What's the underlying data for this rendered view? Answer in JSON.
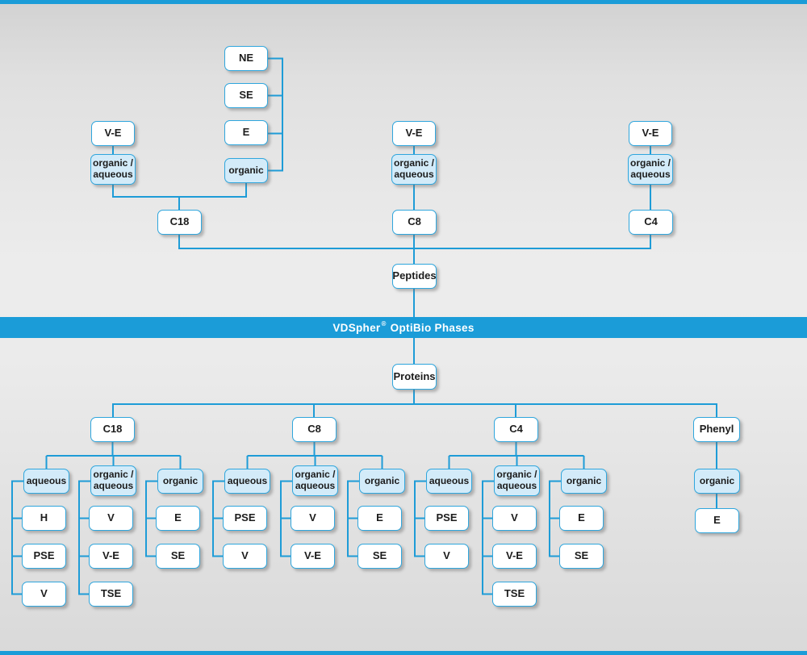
{
  "banner": {
    "brand": "VDSpher",
    "reg": "®",
    "rest": "OptiBio Phases"
  },
  "colors": {
    "accent_blue": "#1B9CD8",
    "box_border_blue": "#2FA6DD",
    "mode_box_fill": "#D3EBF9",
    "phase_box_fill": "#FFFFFF",
    "text": "#1C1C1C",
    "banner_text": "#FFFFFF"
  },
  "peptides_tree": {
    "root": "Peptides",
    "branches": {
      "c18": {
        "column": "C18",
        "ve": "V-E",
        "mixed_mode": "organic /\naqueous",
        "organic_mode": "organic",
        "organic_phases": {
          "ne": "NE",
          "se": "SE",
          "e": "E"
        }
      },
      "c8": {
        "column": "C8",
        "ve": "V-E",
        "mixed_mode": "organic /\naqueous"
      },
      "c4": {
        "column": "C4",
        "ve": "V-E",
        "mixed_mode": "organic /\naqueous"
      }
    }
  },
  "proteins_tree": {
    "root": "Proteins",
    "branches": {
      "c18": {
        "column": "C18",
        "modes": [
          {
            "label": "aqueous",
            "phases": [
              "H",
              "PSE",
              "V"
            ]
          },
          {
            "label": "organic /\naqueous",
            "phases": [
              "V",
              "V-E",
              "TSE"
            ]
          },
          {
            "label": "organic",
            "phases": [
              "E",
              "SE"
            ]
          }
        ]
      },
      "c8": {
        "column": "C8",
        "modes": [
          {
            "label": "aqueous",
            "phases": [
              "PSE",
              "V"
            ]
          },
          {
            "label": "organic /\naqueous",
            "phases": [
              "V",
              "V-E"
            ]
          },
          {
            "label": "organic",
            "phases": [
              "E",
              "SE"
            ]
          }
        ]
      },
      "c4": {
        "column": "C4",
        "modes": [
          {
            "label": "aqueous",
            "phases": [
              "PSE",
              "V"
            ]
          },
          {
            "label": "organic /\naqueous",
            "phases": [
              "V",
              "V-E",
              "TSE"
            ]
          },
          {
            "label": "organic",
            "phases": [
              "E",
              "SE"
            ]
          }
        ]
      },
      "phenyl": {
        "column": "Phenyl",
        "modes": [
          {
            "label": "organic",
            "phases": [
              "E"
            ]
          }
        ]
      }
    }
  }
}
